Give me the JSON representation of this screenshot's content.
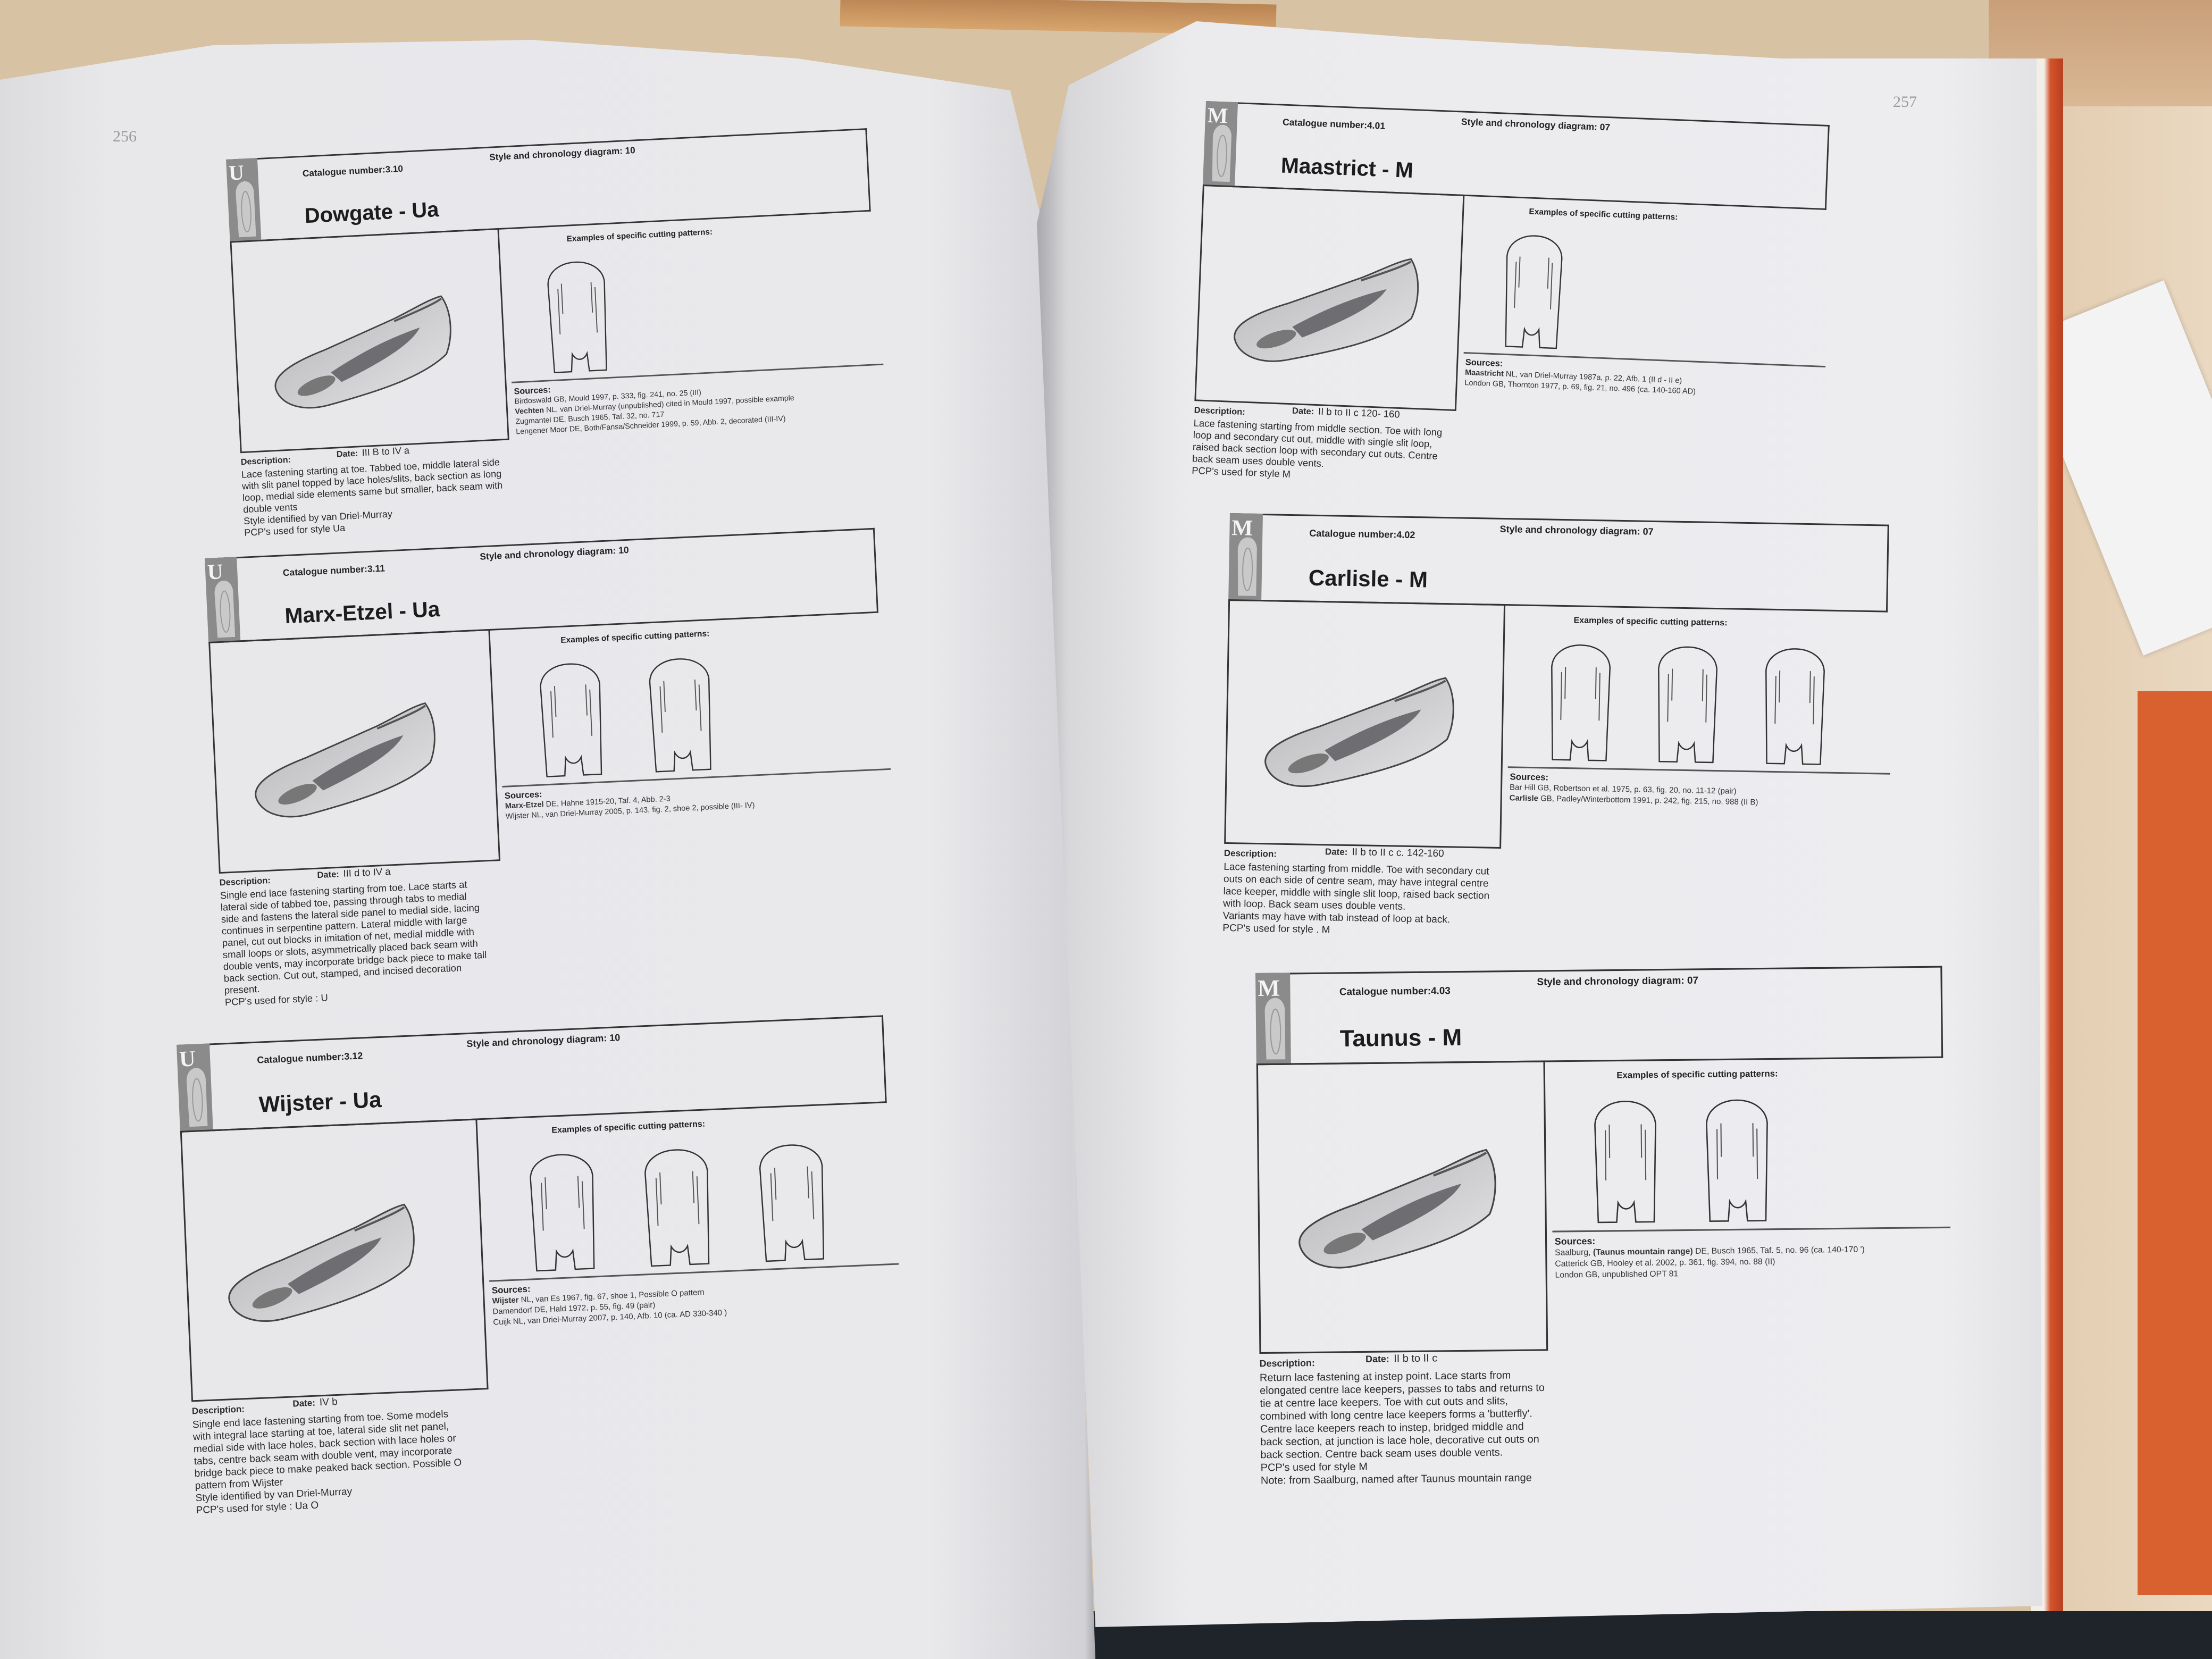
{
  "left_page": {
    "page_number": "256"
  },
  "right_page": {
    "page_number": "257"
  },
  "labels": {
    "catalogue": "Catalogue number:",
    "diagram": "Style and chronology diagram:",
    "patterns": "Examples of specific cutting patterns:",
    "sources": "Sources:",
    "description": "Description:",
    "date": "Date:"
  },
  "entries": [
    {
      "letter": "U",
      "catalogue": "3.10",
      "diagram": "10",
      "title": "Dowgate  - Ua",
      "date": "III B  to IV a",
      "sources": [
        {
          "pre": "",
          "b": "",
          "t": "Birdoswald GB, Mould 1997, p. 333, fig. 241, no. 25 (III)"
        },
        {
          "pre": "",
          "b": "Vechten",
          "t": " NL, van Driel-Murray (unpublished) cited in Mould 1997, possible example"
        },
        {
          "pre": "",
          "b": "",
          "t": "Zugmantel DE, Busch 1965, Taf. 32, no. 717"
        },
        {
          "pre": "",
          "b": "",
          "t": "Lengener Moor DE, Both/Fansa/Schneider 1999, p. 59, Abb. 2, decorated (III-IV)"
        }
      ],
      "description": [
        "Lace fastening starting at toe. Tabbed toe, middle lateral side",
        "with slit panel topped by lace holes/slits, back section as long",
        "loop, medial side elements same but smaller, back seam with",
        "double vents",
        "Style identified by van Driel-Murray",
        "PCP's used for style   Ua"
      ]
    },
    {
      "letter": "U",
      "catalogue": "3.11",
      "diagram": "10",
      "title": "Marx-Etzel  - Ua",
      "date": "III d  to IV a",
      "sources": [
        {
          "pre": "",
          "b": "Marx-Etzel",
          "t": " DE, Hahne 1915-20, Taf. 4, Abb. 2-3"
        },
        {
          "pre": "",
          "b": "",
          "t": "Wijster NL, van Driel-Murray 2005, p. 143, fig. 2, shoe 2, possible (III- IV)"
        }
      ],
      "description": [
        "Single end lace fastening starting from toe. Lace starts at",
        "lateral side of tabbed toe, passing through tabs to medial",
        "side and fastens the lateral side panel to medial side, lacing",
        "continues in serpentine pattern. Lateral middle with large",
        "panel, cut out blocks in imitation of net, medial middle with",
        "small loops or slots,  asymmetrically placed back seam with",
        "double vents, may incorporate bridge back piece to make tall",
        "back section.  Cut out, stamped, and incised decoration",
        "present.",
        "PCP's used for style : U"
      ]
    },
    {
      "letter": "U",
      "catalogue": "3.12",
      "diagram": "10",
      "title": "Wijster  - Ua",
      "date": "IV b",
      "sources": [
        {
          "pre": "",
          "b": "Wijster",
          "t": " NL, van Es 1967, fig. 67, shoe 1, Possible O pattern"
        },
        {
          "pre": "",
          "b": "",
          "t": "Damendorf DE, Hald 1972, p. 55, fig. 49 (pair)"
        },
        {
          "pre": "",
          "b": "",
          "t": "Cuijk NL, van Driel-Murray 2007, p. 140, Afb. 10 (ca. AD 330-340 )"
        }
      ],
      "description": [
        "Single end lace fastening starting from toe. Some models",
        "with integral lace starting at toe, lateral side slit net panel,",
        "medial side with lace holes, back section with lace holes or",
        "tabs, centre back seam with double vent, may incorporate",
        "bridge back piece to make peaked back section. Possible O",
        "pattern from Wijster",
        "Style identified by van Driel-Murray",
        "PCP's used for style : Ua   O"
      ]
    },
    {
      "letter": "M",
      "catalogue": "4.01",
      "diagram": "07",
      "title": "Maastrict  - M",
      "date": "II b  to II c   120- 160",
      "sources": [
        {
          "pre": "",
          "b": "Maastricht",
          "t": " NL, van Driel-Murray 1987a, p. 22, Afb. 1 (II d - II e)"
        },
        {
          "pre": "",
          "b": "",
          "t": "London GB, Thornton 1977, p. 69, fig. 21, no. 496 (ca. 140-160 AD)"
        }
      ],
      "description": [
        "Lace fastening starting from middle section. Toe with long",
        "loop and secondary cut out, middle with single slit loop,",
        "raised back section loop with secondary cut outs. Centre",
        "back seam uses double vents.",
        "PCP's used for style   M"
      ]
    },
    {
      "letter": "M",
      "catalogue": "4.02",
      "diagram": "07",
      "title": "Carlisle  - M",
      "date": "II b  to II c  c. 142-160",
      "sources": [
        {
          "pre": "",
          "b": "",
          "t": "Bar Hill GB, Robertson et al. 1975, p. 63, fig. 20, no. 11-12 (pair)"
        },
        {
          "pre": "",
          "b": "Carlisle",
          "t": " GB, Padley/Winterbottom 1991, p. 242, fig. 215, no. 988 (II B)"
        }
      ],
      "description": [
        "Lace fastening starting from middle. Toe with secondary cut",
        "outs on each side of centre seam, may have integral centre",
        "lace keeper, middle with single slit loop, raised back section",
        "with loop. Back seam uses double vents.",
        "Variants may have with tab instead of loop at back.",
        "PCP's used for style . M"
      ]
    },
    {
      "letter": "M",
      "catalogue": "4.03",
      "diagram": "07",
      "title": "Taunus  - M",
      "date": "II b   to II c",
      "sources": [
        {
          "pre": "Saalburg, ",
          "b": "(Taunus mountain range)",
          "t": " DE, Busch 1965, Taf. 5, no. 96 (ca. 140-170 ')"
        },
        {
          "pre": "",
          "b": "",
          "t": "Catterick GB, Hooley et al. 2002, p. 361, fig. 394, no. 88 (II)"
        },
        {
          "pre": "",
          "b": "",
          "t": "London GB, unpublished OPT 81"
        }
      ],
      "description": [
        "Return lace fastening at instep point. Lace starts from",
        "elongated centre lace keepers, passes to tabs and returns to",
        "tie at centre lace keepers. Toe with cut outs and slits,",
        "combined with long centre lace keepers forms a 'butterfly'.",
        "Centre lace keepers reach to instep, bridged middle and",
        "back section, at junction is lace hole, decorative cut outs on",
        "back section. Centre back seam uses double vents.",
        "PCP's used for style   M",
        "Note: from Saalburg, named after Taunus mountain range"
      ]
    }
  ]
}
